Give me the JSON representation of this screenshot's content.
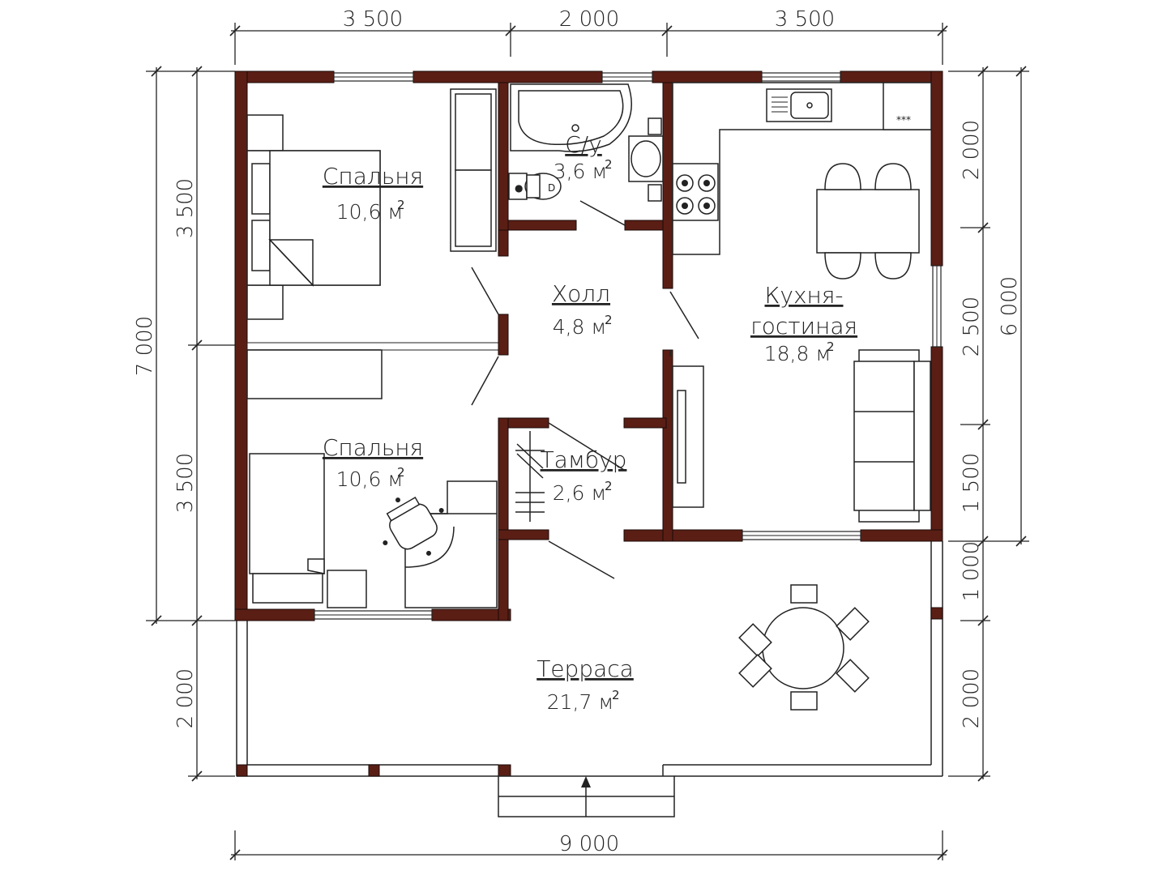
{
  "colors": {
    "wall": "#5a1e15",
    "line": "#222222",
    "background": "#ffffff"
  },
  "dimensions": {
    "top": [
      "3 500",
      "2 000",
      "3 500"
    ],
    "bottom": "9 000",
    "left_outer": "7 000",
    "left_inner": [
      "3 500",
      "3 500",
      "2 000"
    ],
    "right_inner": [
      "2 000",
      "2 500",
      "1 500",
      "1 000",
      "2 000"
    ],
    "right_outer": "6 000"
  },
  "rooms": {
    "bedroom1": {
      "name": "Спальня",
      "area": "10,6 м",
      "unit_exp": "2"
    },
    "bathroom": {
      "name": "С/у",
      "area": "3,6 м",
      "unit_exp": "2"
    },
    "kitchen": {
      "name_line1": "Кухня-",
      "name_line2": "гостиная",
      "area": "18,8 м",
      "unit_exp": "2"
    },
    "hall": {
      "name": "Холл",
      "area": "4,8 м",
      "unit_exp": "2"
    },
    "bedroom2": {
      "name": "Спальня",
      "area": "10,6 м",
      "unit_exp": "2"
    },
    "vestibule": {
      "name": "Тамбур",
      "area": "2,6 м",
      "unit_exp": "2"
    },
    "terrace": {
      "name": "Терраса",
      "area": "21,7 м",
      "unit_exp": "2"
    }
  },
  "icons": {
    "entrance": "arrow-up-icon",
    "fridge_mark": "***"
  }
}
